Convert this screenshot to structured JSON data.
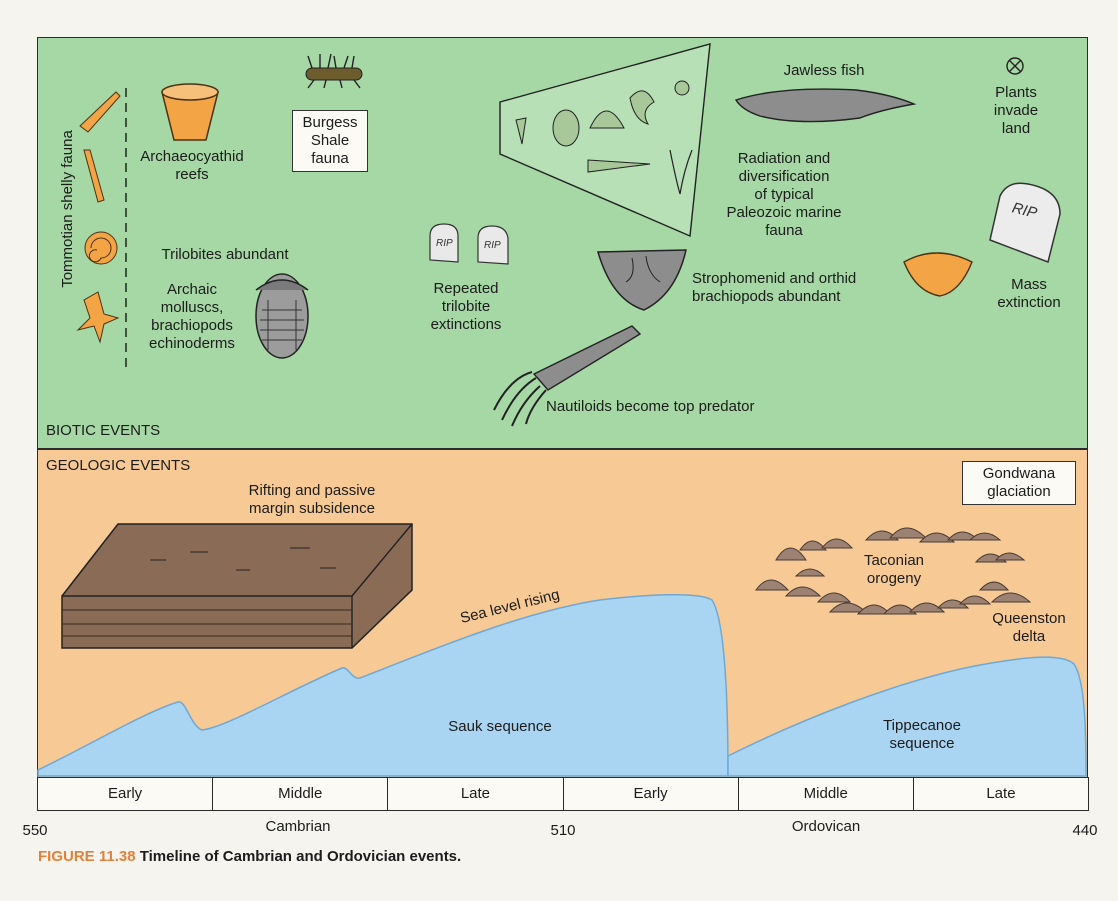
{
  "biotic": {
    "section_label": "BIOTIC EVENTS",
    "tommotian_label": "Tommotian shelly fauna",
    "archaeocyathid": "Archaeocyathid\nreefs",
    "burgess": "Burgess\nShale\nfauna",
    "trilobites_abundant": "Trilobites abundant",
    "archaic": "Archaic\nmolluscs,\nbrachiopods\nechinoderms",
    "repeated_trilobite": "Repeated\ntrilobite\nextinctions",
    "radiation": "Radiation and\ndiversification\nof typical\nPaleozoic marine\nfauna",
    "jawless_fish": "Jawless fish",
    "plants": "Plants\ninvade\nland",
    "strophomenid": "Strophomenid and orthid\nbrachiopods abundant",
    "mass_extinction": "Mass\nextinction",
    "nautiloids": "Nautiloids become top predator",
    "rip_text": "RIP"
  },
  "geologic": {
    "section_label": "GEOLOGIC EVENTS",
    "rifting": "Rifting and passive\nmargin subsidence",
    "sea_level": "Sea level rising",
    "sauk": "Sauk sequence",
    "tippecanoe": "Tippecanoe\nsequence",
    "taconian": "Taconian\norogeny",
    "queenston": "Queenston\ndelta",
    "gondwana": "Gondwana\nglaciation"
  },
  "timescale": {
    "epochs": [
      "Early",
      "Middle",
      "Late",
      "Early",
      "Middle",
      "Late"
    ],
    "periods": [
      "Cambrian",
      "Ordovican"
    ],
    "ages": [
      "550",
      "510",
      "440"
    ]
  },
  "caption": {
    "figure": "FIGURE 11.38",
    "text": "Timeline of Cambrian and Ordovician events."
  },
  "colors": {
    "biotic_bg": "#a6d8a6",
    "geologic_bg": "#f6c995",
    "sea": "#a9d4f2",
    "fossil_orange": "#f3a445",
    "fossil_gray": "#8d8d8d",
    "caption_accent": "#e2813c"
  }
}
